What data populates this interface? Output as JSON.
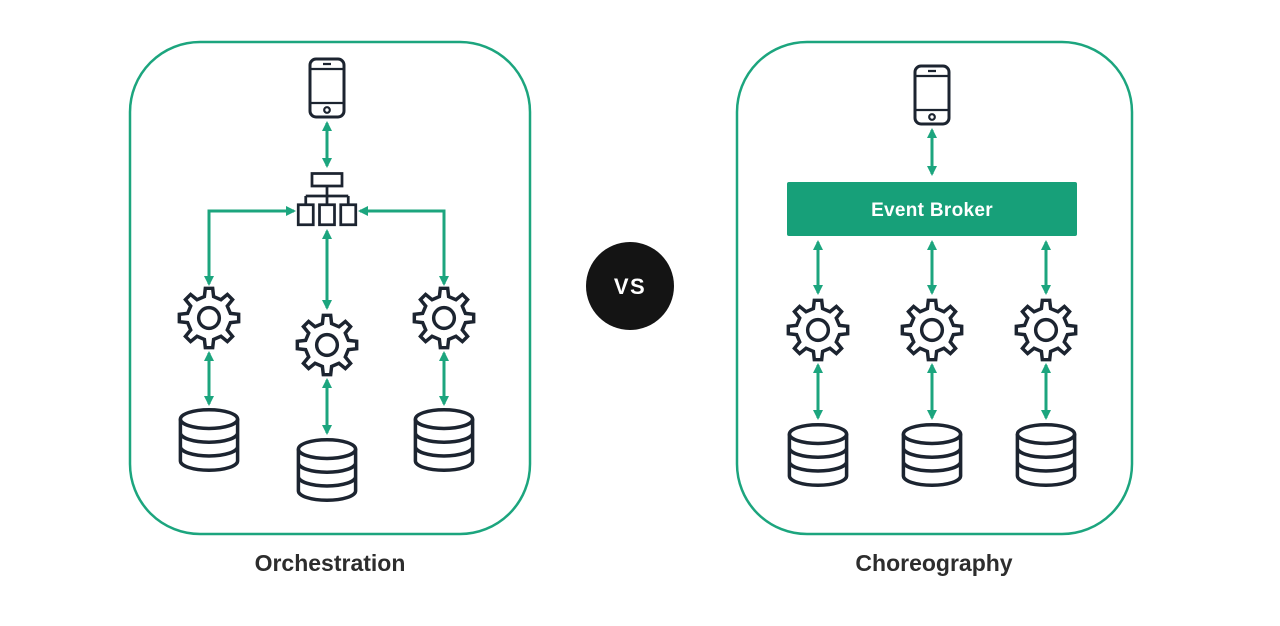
{
  "colors": {
    "background": "#ffffff",
    "accent": "#1ca57e",
    "broker": "#17a079",
    "icon": "#1c2430",
    "text": "#2d2d2d",
    "vs_bg": "#141414",
    "vs_text": "#ffffff",
    "broker_text": "#ffffff"
  },
  "left_panel": {
    "label": "Orchestration",
    "icons": {
      "client": "smartphone-icon",
      "coordinator": "orchestrator-sitemap-icon",
      "service": "gear-icon",
      "storage": "database-icon",
      "connector": "double-headed-arrow"
    }
  },
  "right_panel": {
    "label": "Choreography",
    "broker_label": "Event Broker",
    "icons": {
      "client": "smartphone-icon",
      "service": "gear-icon",
      "storage": "database-icon",
      "connector": "double-headed-arrow"
    }
  },
  "divider": {
    "label": "VS"
  }
}
